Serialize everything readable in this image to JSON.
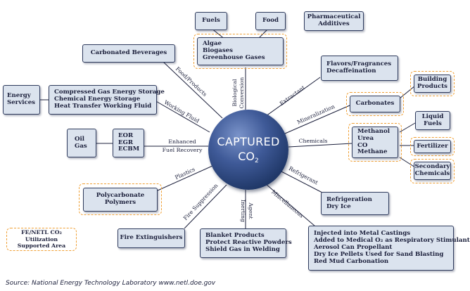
{
  "hub": {
    "line1": "CAPTURED",
    "line2": "CO",
    "line2_sub": "2"
  },
  "boxes": {
    "fuels": "Fuels",
    "food": "Food",
    "pharma": [
      "Pharmaceutical",
      "Additives"
    ],
    "algae": [
      "Algae",
      "Biogases",
      "Greenhouse Gases"
    ],
    "carbonated": "Carbonated Beverages",
    "flavors": [
      "Flavors/Fragrances",
      "Decaffeination"
    ],
    "energy_services": [
      "Energy",
      "Services"
    ],
    "compressed": [
      "Compressed Gas Energy Storage",
      "Chemical Energy Storage",
      "Heat Transfer Working Fluid"
    ],
    "building": [
      "Building",
      "Products"
    ],
    "carbonates": "Carbonates",
    "liquid_fuels": [
      "Liquid",
      "Fuels"
    ],
    "oilgas": [
      "Oil",
      "Gas"
    ],
    "eor": [
      "EOR",
      "EGR",
      "ECBM"
    ],
    "chemicals": [
      "Methanol",
      "Urea",
      "CO",
      "Methane"
    ],
    "fertilizer": "Fertilizer",
    "secondary": [
      "Secondary",
      "Chemicals"
    ],
    "polycarbonate": [
      "Polycarbonate",
      "Polymers"
    ],
    "refrigeration": [
      "Refrigeration",
      "Dry Ice"
    ],
    "fire": "Fire Extinguishers",
    "blanket": [
      "Blanket Products",
      "Protect Reactive Powders",
      "Shield Gas in Welding"
    ],
    "misc": [
      "Injected into Metal Castings",
      "Added to Medical O₂ as Respiratory Stimulant",
      "Aerosol Can Propellant",
      "Dry Ice Pellets Used for Sand Blasting",
      "Red Mud Carbonation"
    ]
  },
  "connector_labels": {
    "food_products": "Food/Products",
    "biological_1": "Biological",
    "biological_2": "Conversion",
    "extractant": "Extractant",
    "working_fluid": "Working Fluid",
    "mineralization": "Mineralization",
    "enhanced_1": "Enhanced",
    "enhanced_2": "Fuel Recovery",
    "chemicals": "Chemicals",
    "plastics": "Plastics",
    "refrigerant": "Refrigerant",
    "fire_suppression": "Fire Suppression",
    "inerting_1": "Inerting",
    "inerting_2": "Agent",
    "miscellaneous": "Miscellaneous"
  },
  "legend_note": [
    "FE/NETL CO₂ Utilization",
    "Supported Area"
  ],
  "source": "Source: National Energy Technology Laboratory www.netl.doe.gov",
  "colors": {
    "box_fill": "#dbe3ee",
    "box_border": "#2e3a5c",
    "dash": "#f0a035",
    "hub": "#2b4a86"
  }
}
